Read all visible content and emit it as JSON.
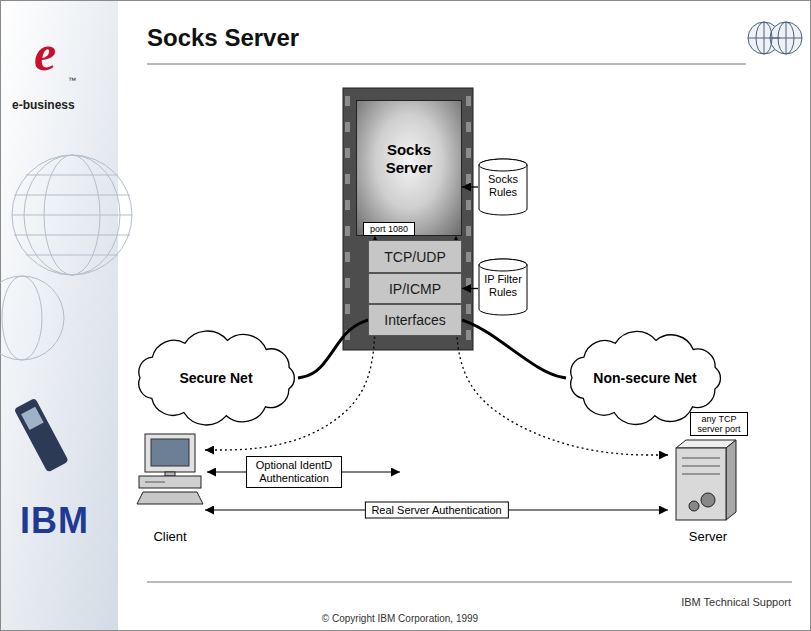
{
  "diagram": {
    "title": "Socks Server",
    "nodes": [
      {
        "text": [
          "Socks Server"
        ]
      },
      {
        "text": [
          "port 1080"
        ],
        "in": 0
      },
      {
        "text": [
          "Socks Rules"
        ]
      },
      {
        "text": [
          "TCP/UDP"
        ]
      },
      {
        "text": [
          "IP Filter Rules"
        ]
      },
      {
        "text": [
          "IP/ICMP"
        ]
      },
      {
        "text": [
          "Interfaces"
        ]
      },
      {
        "text": [
          "Secure Net"
        ]
      },
      {
        "text": [
          "Non-secure Net"
        ]
      },
      {
        "text": [
          "Client"
        ]
      },
      {
        "text": [
          "any TCP server port",
          "Server"
        ]
      }
    ],
    "edges": [
      {
        "from": 2,
        "to": 0,
        "arrow": "to"
      },
      {
        "from": 4,
        "to": 5,
        "arrow": "to"
      },
      {
        "from": 6,
        "to": 7,
        "arrow": "none"
      },
      {
        "from": 6,
        "to": 8,
        "arrow": "none"
      },
      {
        "from": 9,
        "to": 1,
        "arrow": "both"
      },
      {
        "from": 10,
        "to": 0,
        "arrow": "both"
      },
      {
        "from": 9,
        "to": 10,
        "label": "Real Server Authentication",
        "arrow": "both"
      }
    ],
    "labels": [
      "e",
      "™",
      "e-business",
      "Optional IdentD Authentication",
      "IBM",
      "IBM Technical Support",
      "© Copyright IBM Corporation, 1999"
    ]
  }
}
